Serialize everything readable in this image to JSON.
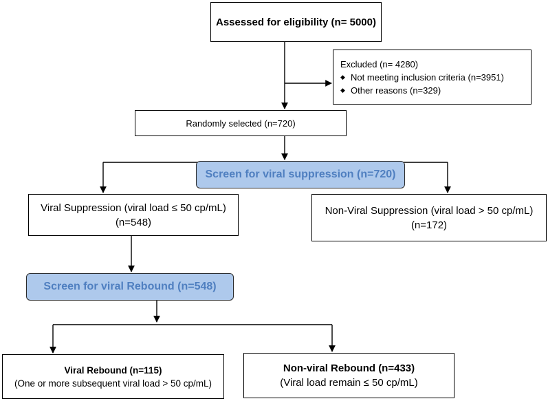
{
  "flowchart": {
    "assessed": {
      "label": "Assessed for eligibility (n= 5000)"
    },
    "excluded": {
      "title": "Excluded (n= 4280)",
      "items": [
        "Not meeting inclusion criteria (n=3951)",
        "Other reasons (n=329)"
      ]
    },
    "randomly_selected": {
      "label": "Randomly selected (n=720)"
    },
    "screen_suppression": {
      "label": "Screen for viral suppression (n=720)"
    },
    "viral_suppression": {
      "line1": "Viral Suppression (viral load ≤ 50 cp/mL)",
      "line2": "(n=548)"
    },
    "non_viral_suppression": {
      "line1": "Non-Viral Suppression (viral load > 50 cp/mL)",
      "line2": "(n=172)"
    },
    "screen_rebound": {
      "label": "Screen for viral Rebound (n=548)"
    },
    "viral_rebound": {
      "title": "Viral Rebound (n=115)",
      "detail": "(One or more subsequent viral load > 50 cp/mL)"
    },
    "non_viral_rebound": {
      "title": "Non-viral Rebound (n=433)",
      "detail": "(Viral load remain ≤ 50 cp/mL)"
    }
  },
  "colors": {
    "screen_fill": "#aec9ec",
    "screen_text": "#4f7fc0",
    "box_border": "#000000"
  }
}
